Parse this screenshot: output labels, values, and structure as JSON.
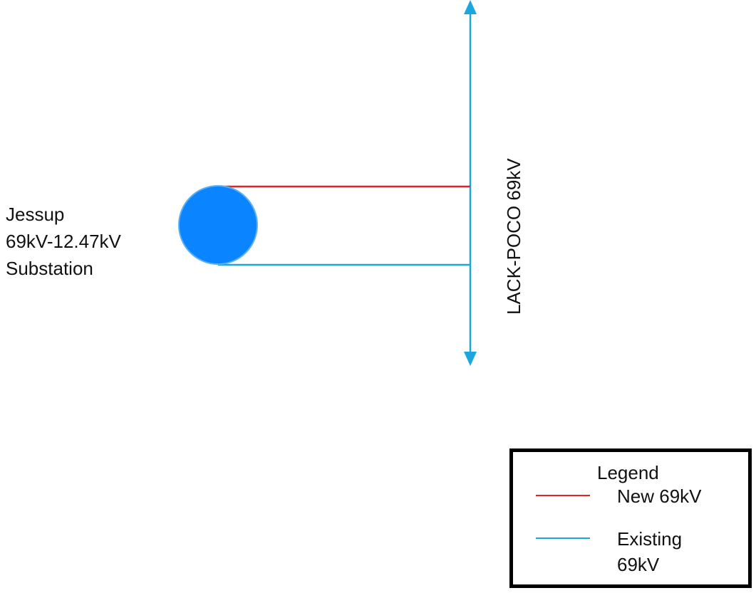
{
  "substation": {
    "lines": [
      "Jessup",
      "69kV-12.47kV",
      "Substation"
    ],
    "fill_color": "#0A84FF"
  },
  "bus": {
    "label": "LACK-POCO 69kV",
    "color": "#1AA7E0"
  },
  "connections": [
    {
      "type": "new",
      "color": "#E0262B"
    },
    {
      "type": "existing",
      "color": "#1AA7E0"
    }
  ],
  "legend": {
    "title": "Legend",
    "items": [
      {
        "label": [
          "New 69kV"
        ],
        "color": "#E0262B"
      },
      {
        "label": [
          "Existing",
          "69kV"
        ],
        "color": "#1AA7E0"
      }
    ]
  }
}
